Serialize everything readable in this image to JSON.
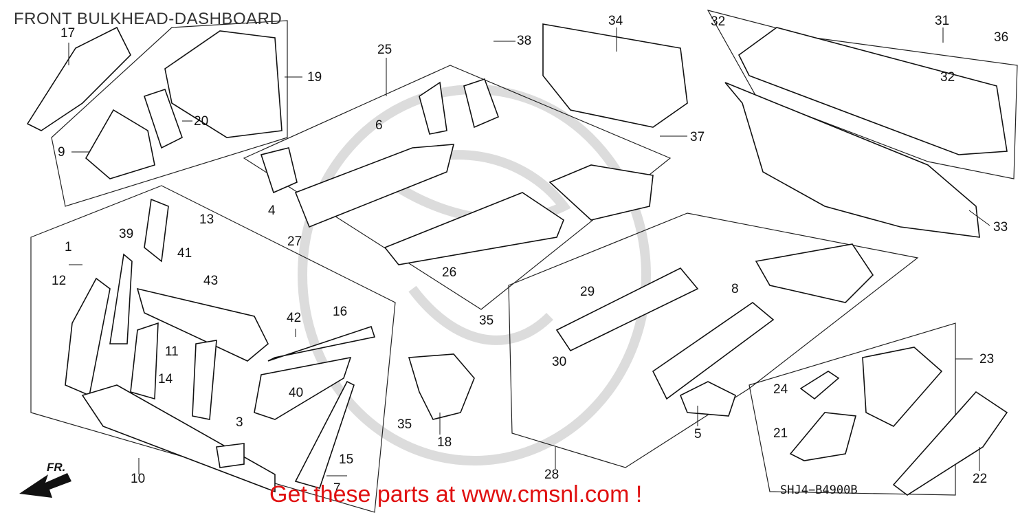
{
  "title": "FRONT BULKHEAD-DASHBOARD",
  "banner": "Get these parts at www.cmsnl.com !",
  "diagram_code": "SHJ4−B4900B",
  "direction_label": "FR.",
  "callouts": [
    "17",
    "19",
    "20",
    "9",
    "25",
    "38",
    "34",
    "37",
    "32",
    "31",
    "36",
    "32",
    "6",
    "4",
    "27",
    "26",
    "33",
    "13",
    "41",
    "39",
    "1",
    "12",
    "43",
    "16",
    "35",
    "42",
    "11",
    "14",
    "40",
    "3",
    "10",
    "15",
    "7",
    "35",
    "18",
    "29",
    "8",
    "30",
    "5",
    "28",
    "24",
    "21",
    "23",
    "22"
  ],
  "colors": {
    "banner": "#e01010",
    "line": "#111111",
    "watermark": "#d8d8d8"
  }
}
